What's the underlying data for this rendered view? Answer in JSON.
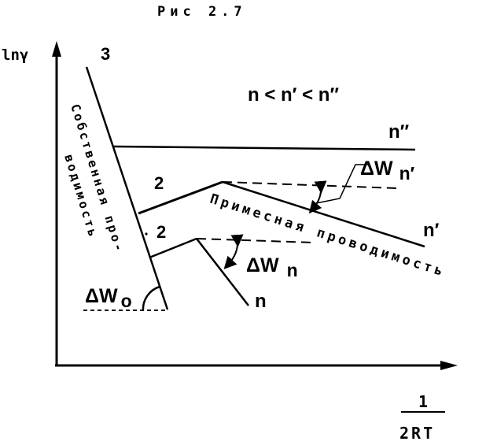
{
  "figure": {
    "caption": "Рис 2.7",
    "y_axis_label": "lnγ",
    "x_axis_numerator": "1",
    "x_axis_denominator": "2RT",
    "relation": "n < n′ < n″",
    "region_3_label": "3",
    "region_2_upper_label": "2",
    "region_2_lower_label": "2",
    "intrinsic_line1": "Собственная про-",
    "intrinsic_line2": "водимость",
    "impurity_label": "Примесная проводимость",
    "curve_n2_label": "n″",
    "curve_n1_label": "n′",
    "curve_n_label": "n",
    "dw_n1_label": "ΔW",
    "dw_n1_sub": "n′",
    "dw_n_label": "ΔW",
    "dw_n_sub": "n",
    "dw_0_label": "ΔW",
    "dw_0_sub": "o"
  },
  "colors": {
    "ink": "#000000",
    "background": "#ffffff"
  }
}
